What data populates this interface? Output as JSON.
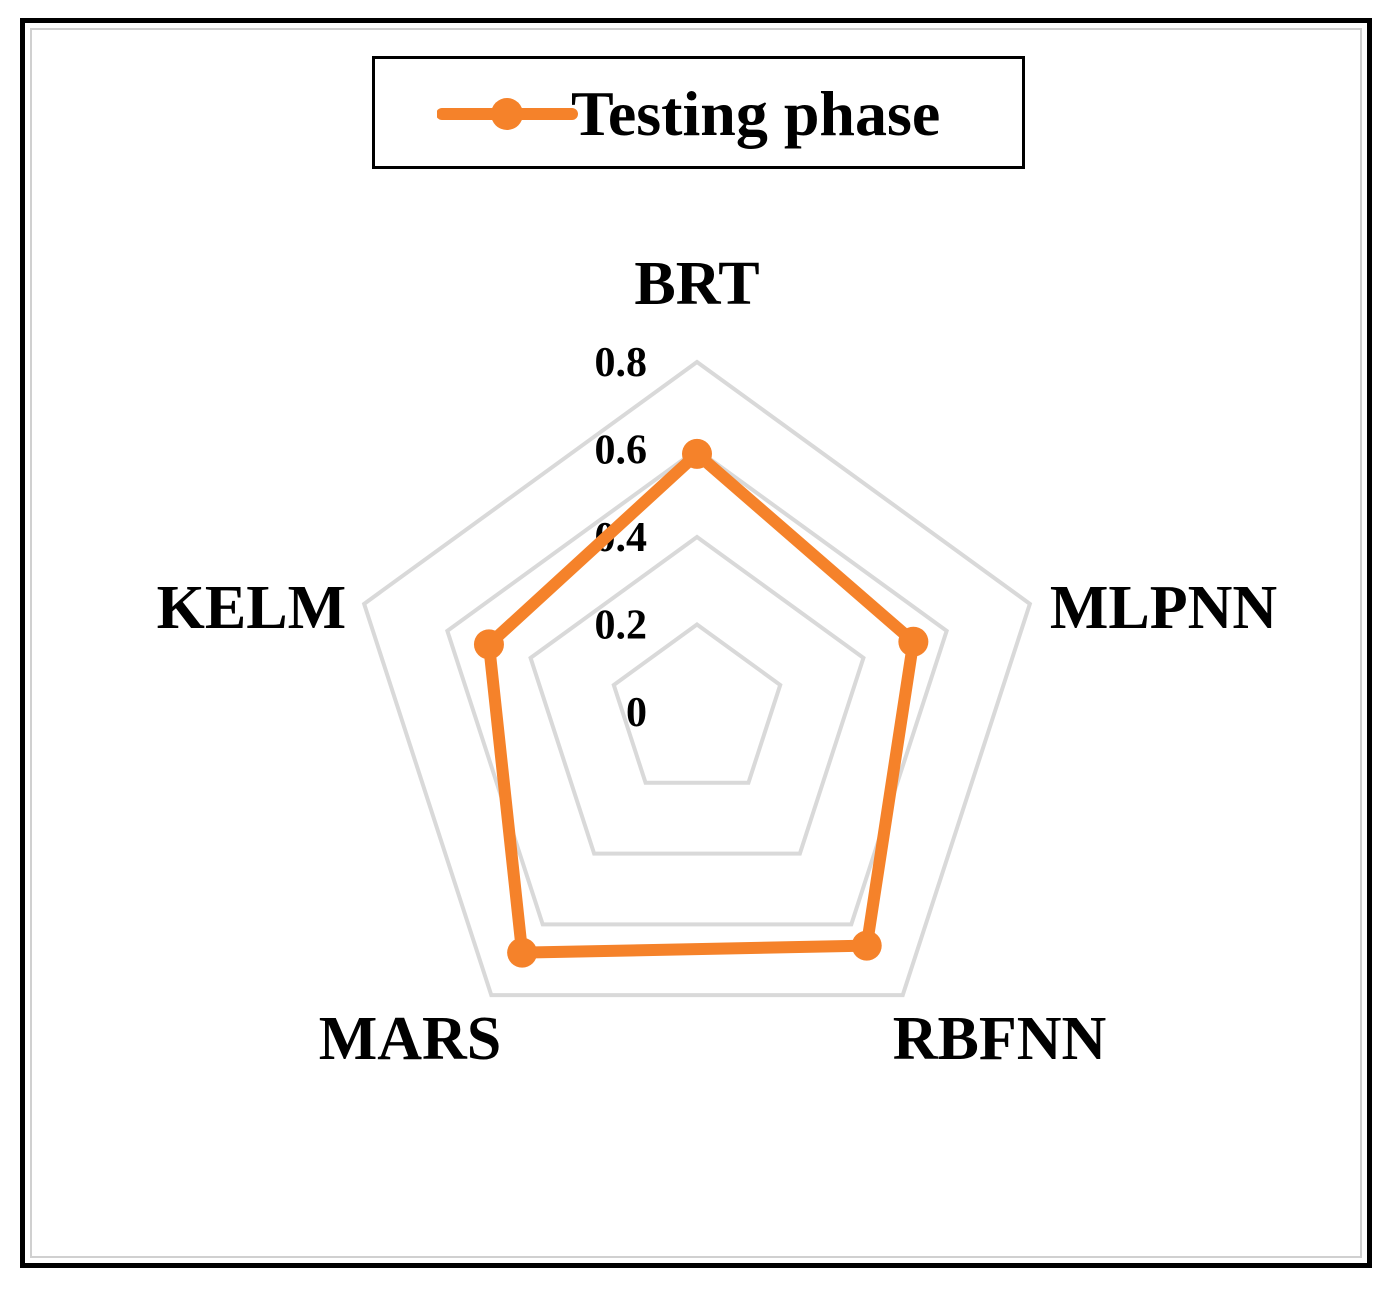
{
  "chart_data": {
    "type": "radar",
    "categories": [
      "BRT",
      "MLPNN",
      "RBFNN",
      "MARS",
      "KELM"
    ],
    "series": [
      {
        "name": "Testing phase",
        "values": [
          0.59,
          0.52,
          0.66,
          0.68,
          0.5
        ]
      }
    ],
    "rlim": [
      0,
      0.8
    ],
    "ticks": [
      "0",
      "0.2",
      "0.4",
      "0.6",
      "0.8"
    ],
    "tick_values": [
      0,
      0.2,
      0.4,
      0.6,
      0.8
    ],
    "legend_position": "top",
    "grid": true,
    "colors": {
      "series": "#f5822a",
      "grid": "#d9d9d9",
      "frame": "#000000"
    }
  }
}
